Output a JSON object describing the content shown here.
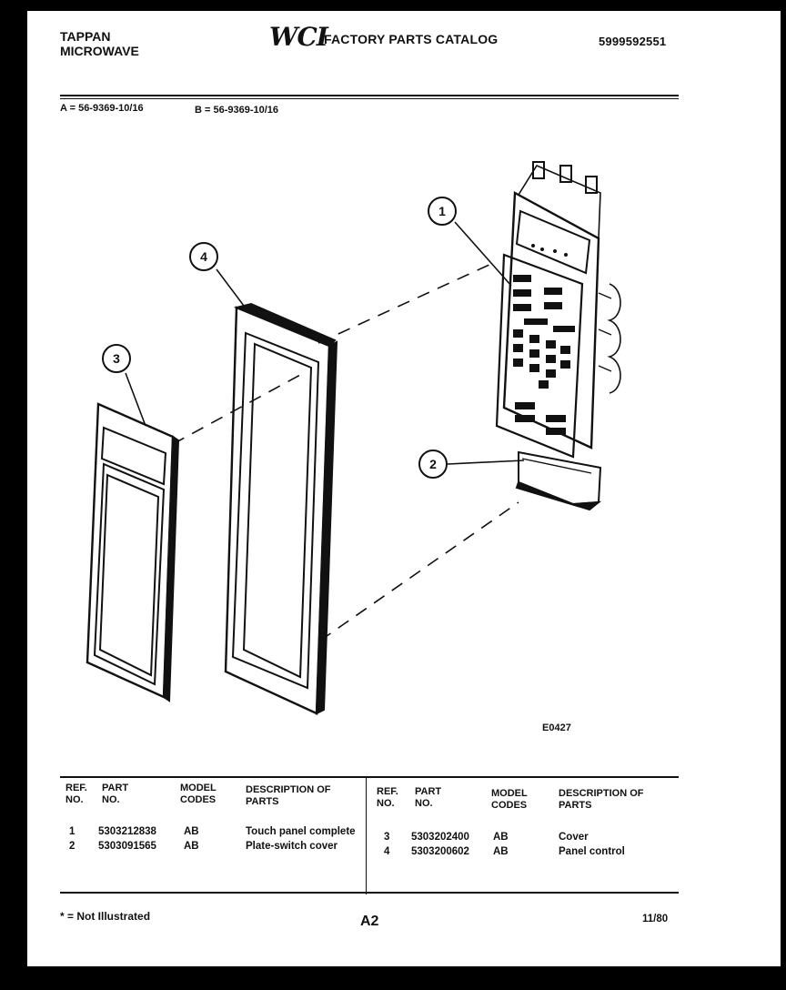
{
  "header": {
    "brand_line1": "TAPPAN",
    "brand_line2": "MICROWAVE",
    "logo": "WCI",
    "catalog_title": "FACTORY PARTS CATALOG",
    "catalog_number": "5999592551",
    "model_a": "A = 56-9369-10/16",
    "model_b": "B = 56-9369-10/16"
  },
  "diagram": {
    "callouts": [
      "1",
      "2",
      "3",
      "4"
    ],
    "figure_code": "E0427"
  },
  "parts_table": {
    "headers": {
      "ref_no": "REF. NO.",
      "part_no": "PART NO.",
      "model_codes": "MODEL CODES",
      "description": "DESCRIPTION OF PARTS"
    },
    "left_rows": [
      {
        "ref": "1",
        "part": "5303212838",
        "codes": "AB",
        "desc": "Touch panel complete"
      },
      {
        "ref": "2",
        "part": "5303091565",
        "codes": "AB",
        "desc": "Plate-switch cover"
      }
    ],
    "right_rows": [
      {
        "ref": "3",
        "part": "5303202400",
        "codes": "AB",
        "desc": "Cover"
      },
      {
        "ref": "4",
        "part": "5303200602",
        "codes": "AB",
        "desc": "Panel control"
      }
    ]
  },
  "footer": {
    "note": "* = Not Illustrated",
    "page": "A2",
    "date": "11/80"
  }
}
